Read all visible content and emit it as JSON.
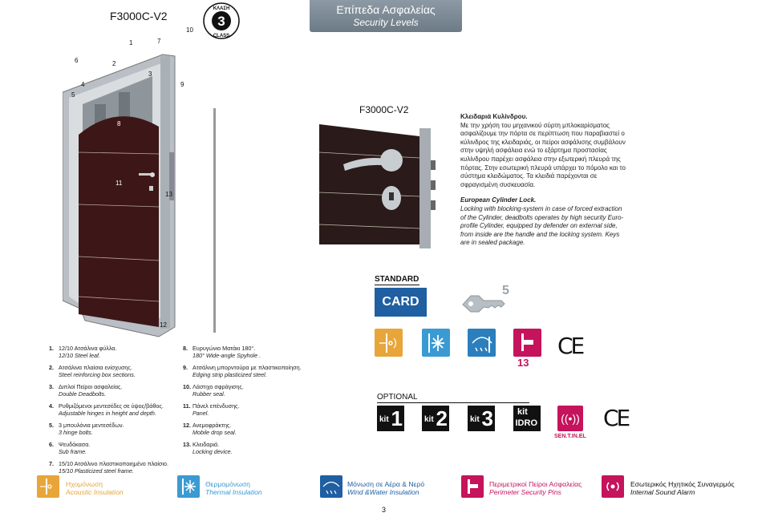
{
  "header": {
    "model": "F3000C-V2",
    "class_badge": {
      "top": "ΚΛΑΣΗ",
      "number": "3",
      "bottom": "CLASS"
    },
    "banner_gr": "Επίπεδα Ασφαλείας",
    "banner_en": "Security Levels"
  },
  "door_callouts": [
    "1",
    "2",
    "3",
    "4",
    "5",
    "6",
    "7",
    "8",
    "9",
    "10",
    "11",
    "12",
    "13"
  ],
  "detail": {
    "model": "F3000C-V2",
    "title_gr": "Κλειδαριά Κυλίνδρου.",
    "body_gr": "Με την χρήση του μηχανικού σύρτη μπλοκαρίσματος ασφαλίζουμε την πόρτα σε περίπτωση που παραβιαστεί ο κύλινδρος της κλειδαριάς, οι πείροι ασφάλισης συμβάλουν στην υψηλή ασφάλεια ενώ το εξάρτημα προστασίας κυλίνδρου παρέχει ασφάλεια στην εξωτερική πλευρά της πόρτας. Στην εσωτερική πλευρά υπάρχει το πόμολο και το σύστημα κλειδώματος. Τα κλειδιά παρέχονται σε σφραγισμένη συσκευασία.",
    "title_en": "European Cylinder Lock.",
    "body_en": "Locking with blocking-system in case of forced extraction of the Cylinder, deadbolts operates by high security Euro-profile Cylinder, equipped by defender on external side, from inside are the handle and the locking system. Keys are in sealed package."
  },
  "standard": {
    "title": "STANDARD",
    "card_label": "CARD",
    "key_count": "5",
    "icons": [
      "acoustic-icon",
      "thermal-icon",
      "wind-water-icon",
      "perimeter-pins-icon"
    ],
    "ce": "CE",
    "badge_number": "13"
  },
  "optional": {
    "title": "OPTIONAL",
    "kits": [
      {
        "k": "kit",
        "n": "1"
      },
      {
        "k": "kit",
        "n": "2"
      },
      {
        "k": "kit",
        "n": "3"
      },
      {
        "k": "kit",
        "n": "IDRO"
      }
    ],
    "ce": "CE",
    "sensor_label": "SEN.T.IN.EL"
  },
  "parts": [
    {
      "n": "1.",
      "gr": "12/10 Ατσάλινα φύλλα.",
      "en": "12/10 Steel leaf."
    },
    {
      "n": "2.",
      "gr": "Ατσάλινα πλαίσια ενίσχυσης.",
      "en": "Steel reinforcing box sections."
    },
    {
      "n": "3.",
      "gr": "Διπλοί Πείροι ασφαλείας.",
      "en": "Double Deadbolts."
    },
    {
      "n": "4.",
      "gr": "Ρυθμιζόμενοι μεντεσέδες σε ύψος/βάθος.",
      "en": "Adjustable hinges in height and depth."
    },
    {
      "n": "5.",
      "gr": "3 μπουλόνια μεντεσέδων.",
      "en": "3 hinge bolts."
    },
    {
      "n": "6.",
      "gr": "Ψευδόκασα.",
      "en": "Sub frame."
    },
    {
      "n": "7.",
      "gr": "15/10 Ατσάλινο πλαστικοποιημένο πλαίσιο.",
      "en": "15/10 Plasticized steel frame."
    },
    {
      "n": "8.",
      "gr": "Ευρυγώνιο Ματάκι 180°.",
      "en": "180° Wide-angle Spyhole ."
    },
    {
      "n": "9.",
      "gr": "Ατσάλινη μπορντούρα με πλαστικοποίηση.",
      "en": "Edging strip plasticized steel."
    },
    {
      "n": "10.",
      "gr": "Λάστιχο σφράγισης.",
      "en": "Rubber seal."
    },
    {
      "n": "11.",
      "gr": "Πάνελ επένδυσης.",
      "en": "Panel."
    },
    {
      "n": "12.",
      "gr": "Ανεμοφράκτης.",
      "en": "Mobile drop seal."
    },
    {
      "n": "13.",
      "gr": "Κλειδαριά.",
      "en": "Locking device."
    }
  ],
  "legend": [
    {
      "gr": "Ηχομόνωση",
      "en": "Acoustic Insulation",
      "color": "#e8a53a"
    },
    {
      "gr": "Θερμομόνωση",
      "en": "Thermal Insulation",
      "color": "#3b9ad1"
    },
    {
      "gr": "Μόνωση σε Αέρα & Νερό",
      "en": "Wind &Water Insulation",
      "color": "#1f5fa2"
    },
    {
      "gr": "Περιμετρικοί Πείροι Ασφαλείας",
      "en": "Perimeter Security Pins",
      "color": "#c5135c"
    },
    {
      "gr": "Εσωτερικός Ηχητικός Συναγερμός",
      "en": "Internal Sound Alarm",
      "color": "#111111"
    }
  ],
  "page_number": "3"
}
